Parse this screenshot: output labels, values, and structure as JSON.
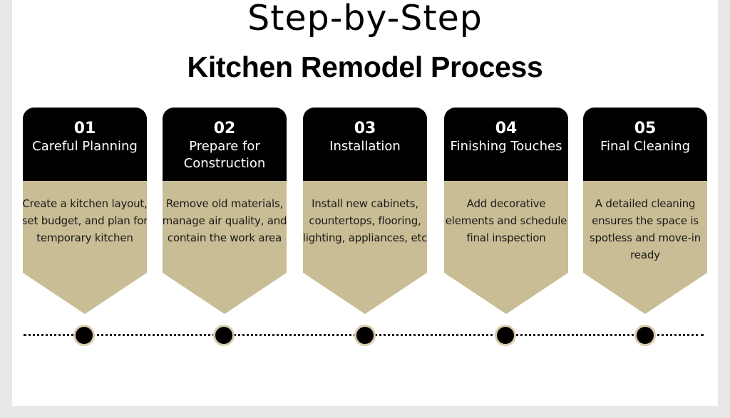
{
  "header": {
    "title": "Step-by-Step",
    "subtitle": "Kitchen Remodel Process"
  },
  "colors": {
    "page_background": "#e9e8e6",
    "card_background": "#ffffff",
    "step_header": "#000000",
    "step_body": "#c9bd95",
    "dot_ring": "#d8ccaa"
  },
  "steps": [
    {
      "number": "01",
      "title": "Careful Planning",
      "description": "Create a kitchen layout, set budget, and plan for temporary kitchen"
    },
    {
      "number": "02",
      "title": "Prepare for Construction",
      "description": "Remove old materials, manage air quality, and contain the work area"
    },
    {
      "number": "03",
      "title": "Installation",
      "description": "Install new cabinets, countertops, flooring, lighting, appliances, etc"
    },
    {
      "number": "04",
      "title": "Finishing Touches",
      "description": "Add decorative elements and schedule final inspection"
    },
    {
      "number": "05",
      "title": "Final Cleaning",
      "description": "A detailed cleaning ensures the space is spotless and move-in ready"
    }
  ]
}
